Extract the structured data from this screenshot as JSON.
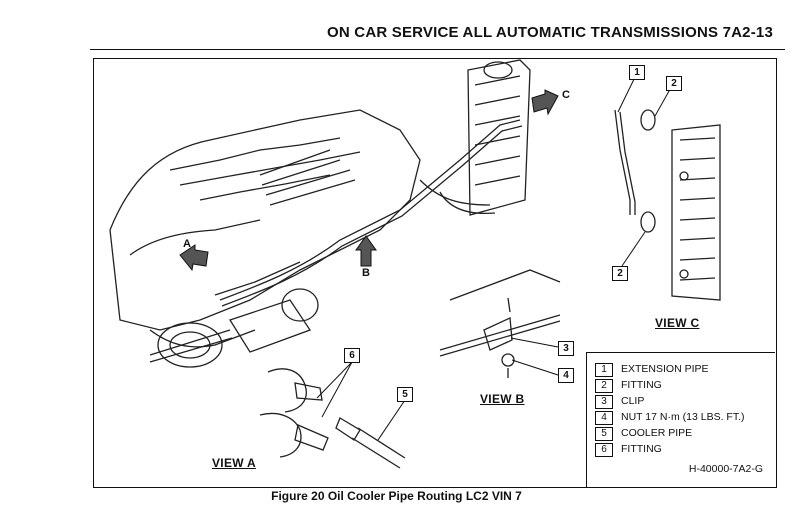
{
  "header": {
    "title": "ON CAR SERVICE ALL AUTOMATIC TRANSMISSIONS  7A2-13"
  },
  "views": {
    "view_a": "VIEW A",
    "view_b": "VIEW B",
    "view_c": "VIEW C"
  },
  "arrows": {
    "a": "A",
    "b": "B",
    "c": "C"
  },
  "callouts": {
    "n1": "1",
    "n2": "2",
    "n3": "3",
    "n4": "4",
    "n5": "5",
    "n6": "6"
  },
  "legend": {
    "items": [
      {
        "num": "1",
        "label": "EXTENSION PIPE"
      },
      {
        "num": "2",
        "label": "FITTING"
      },
      {
        "num": "3",
        "label": "CLIP"
      },
      {
        "num": "4",
        "label": "NUT 17 N·m (13 LBS. FT.)"
      },
      {
        "num": "5",
        "label": "COOLER PIPE"
      },
      {
        "num": "6",
        "label": "FITTING"
      }
    ],
    "code": "H-40000-7A2-G"
  },
  "caption": "Figure 20 Oil Cooler Pipe Routing LC2 VIN 7"
}
